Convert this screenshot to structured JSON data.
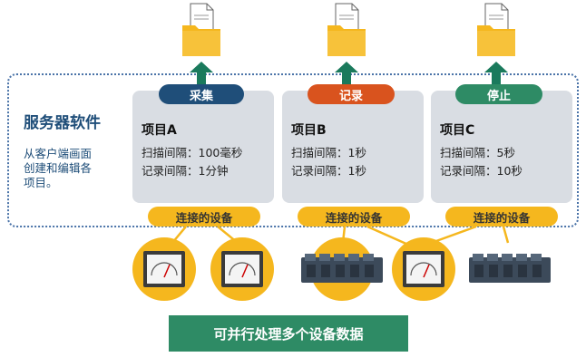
{
  "server": {
    "title": "服务器软件",
    "desc_line1": "从客户端画面",
    "desc_line2": "创建和编辑各",
    "desc_line3": "项目。"
  },
  "projects": [
    {
      "status": "采集",
      "status_color": "#1f4e79",
      "name": "项目A",
      "scan": "扫描间隔：100毫秒",
      "record": "记录间隔：1分钟",
      "device_label": "连接的设备"
    },
    {
      "status": "记录",
      "status_color": "#d9531e",
      "name": "项目B",
      "scan": "扫描间隔：1秒",
      "record": "记录间隔：1秒",
      "device_label": "连接的设备"
    },
    {
      "status": "停止",
      "status_color": "#2e8b65",
      "name": "项目C",
      "scan": "扫描间隔：5秒",
      "record": "记录间隔：10秒",
      "device_label": "连接的设备"
    }
  ],
  "devices": [
    "panel-meter",
    "panel-meter",
    "io-module",
    "panel-meter",
    "io-module"
  ],
  "colors": {
    "accent_yellow": "#f5b71e",
    "arrow_green": "#1a7a5c",
    "folder_yellow": "#f5b71e",
    "frame_blue": "#4a73a8"
  },
  "bottom_banner": "可并行处理多个设备数据"
}
